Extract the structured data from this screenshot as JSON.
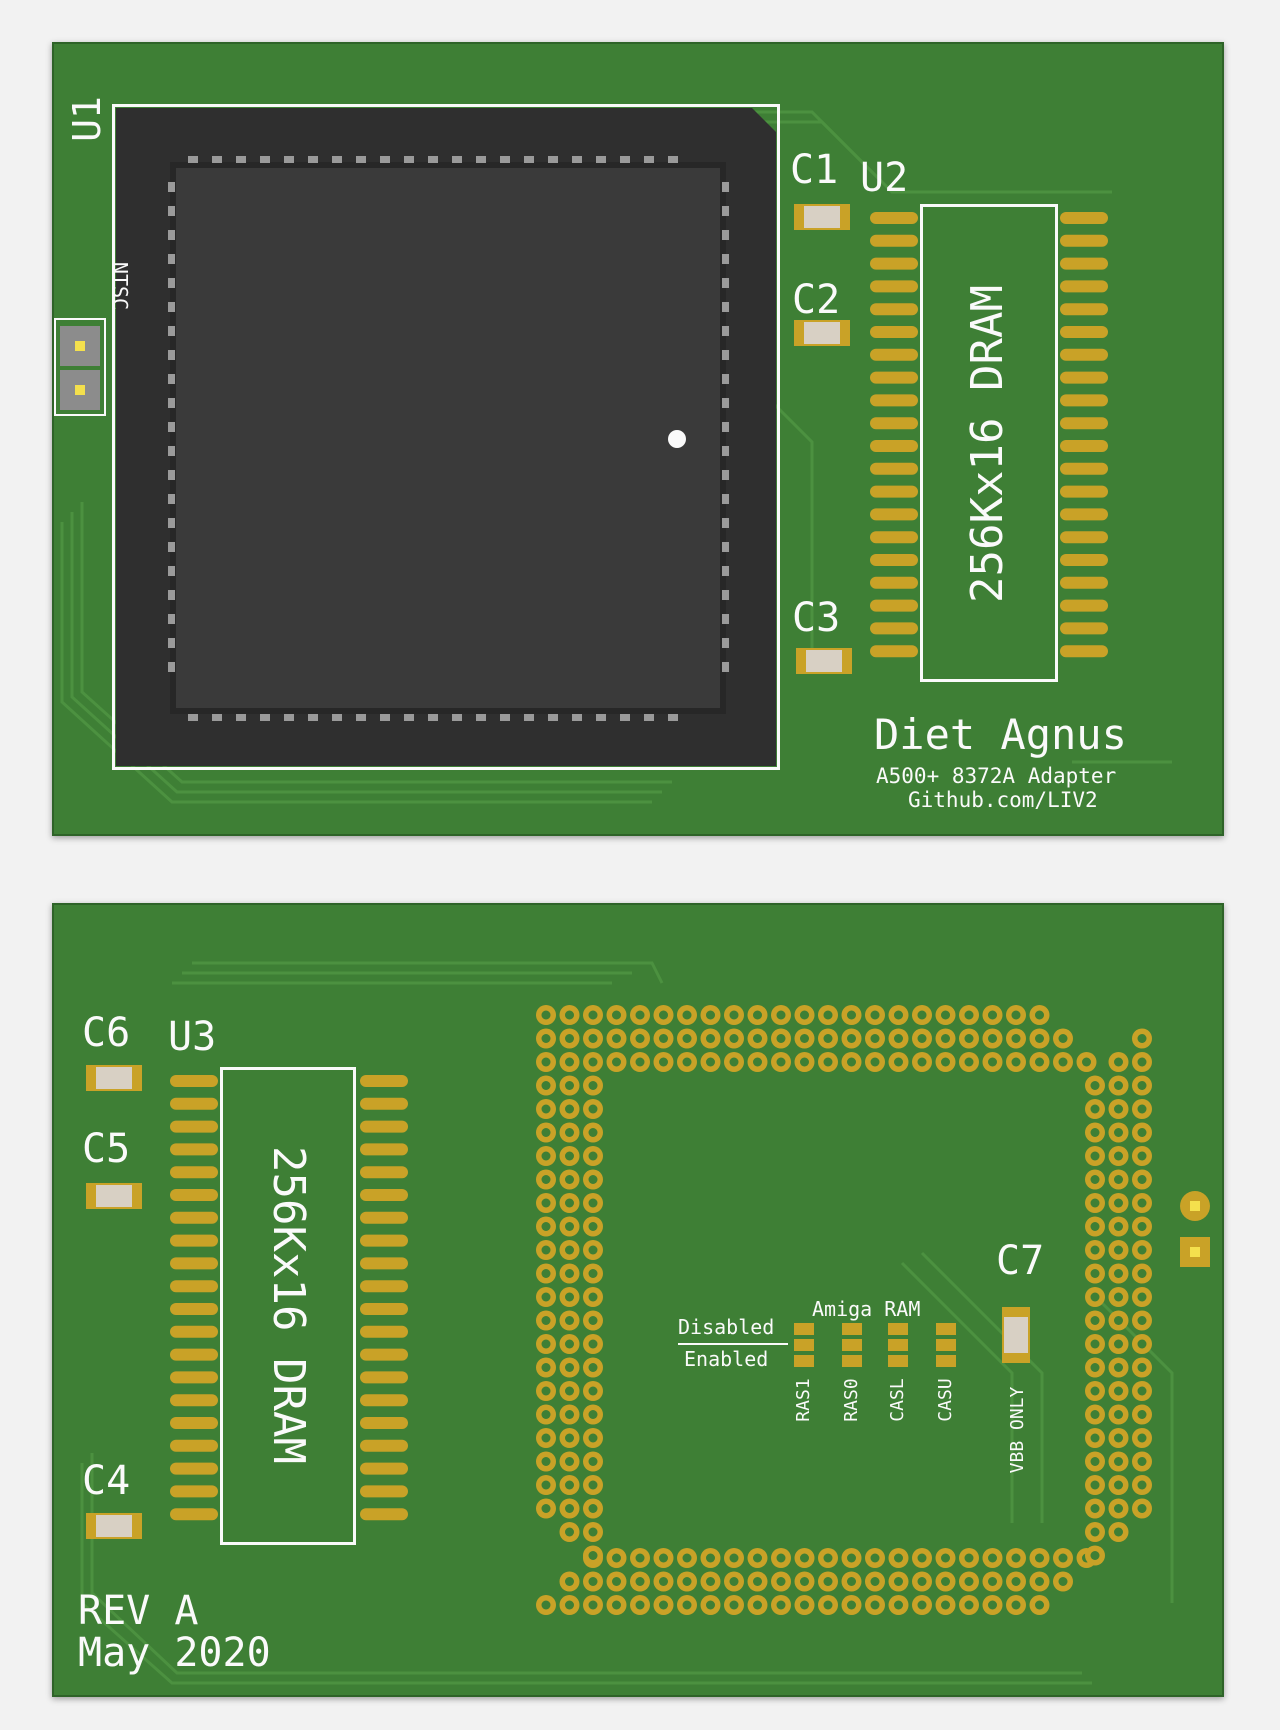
{
  "top": {
    "ref_u1": "U1",
    "ref_u2": "U2",
    "ref_c1": "C1",
    "ref_c2": "C2",
    "ref_c3": "C3",
    "jumper_label": "NTSC",
    "dram_label": "256Kx16 DRAM",
    "title": "Diet Agnus",
    "subtitle": "A500+ 8372A Adapter",
    "url": "Github.com/LIV2"
  },
  "bottom": {
    "ref_c6": "C6",
    "ref_c5": "C5",
    "ref_c4": "C4",
    "ref_u3": "U3",
    "ref_c7": "C7",
    "dram_label": "256Kx16 DRAM",
    "disabled_label": "Disabled",
    "enabled_label": "Enabled",
    "amiga_ram_label": "Amiga RAM",
    "jumpers": [
      "RAS1",
      "RAS0",
      "CASL",
      "CASU"
    ],
    "vbb_label": "VBB ONLY",
    "rev": "REV A",
    "date": "May 2020"
  },
  "colors": {
    "pcb": "#3e7f35",
    "trace": "#4c9140",
    "chip": "#2f2f2f",
    "pad": "#c9a227",
    "silkscreen": "#fafafa"
  }
}
